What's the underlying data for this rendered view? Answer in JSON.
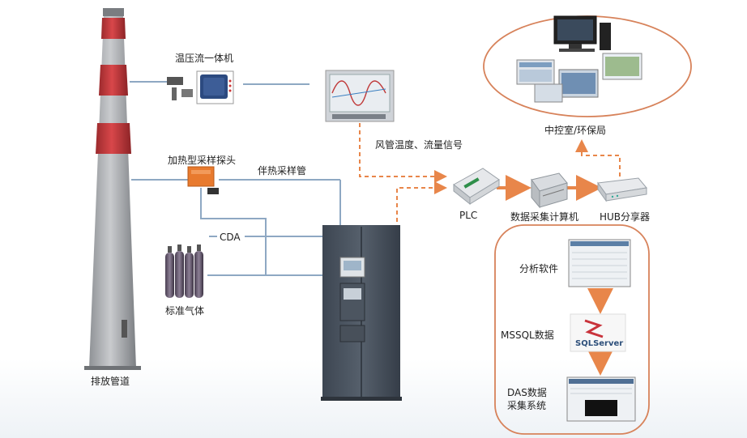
{
  "labels": {
    "analyzer": "温压流一体机",
    "duct_signal": "风管温度、流量信号",
    "control_room": "中控室/环保局",
    "probe": "加热型采样探头",
    "heated_line": "伴热采样管",
    "plc": "PLC",
    "daq_pc": "数据采集计算机",
    "hub": "HUB分享器",
    "cda": "CDA",
    "std_gas": "标准气体",
    "analysis_sw": "分析软件",
    "mssql": "MSSQL数据",
    "das_line1": "DAS数据",
    "das_line2": "采集系统",
    "stack": "排放管道",
    "sql_logo": "SQLServer"
  },
  "colors": {
    "signal_line": "#8ea8c3",
    "arrow_orange": "#e8864a",
    "ellipse_border": "#d7825a",
    "stack_red": "#c0393b"
  }
}
